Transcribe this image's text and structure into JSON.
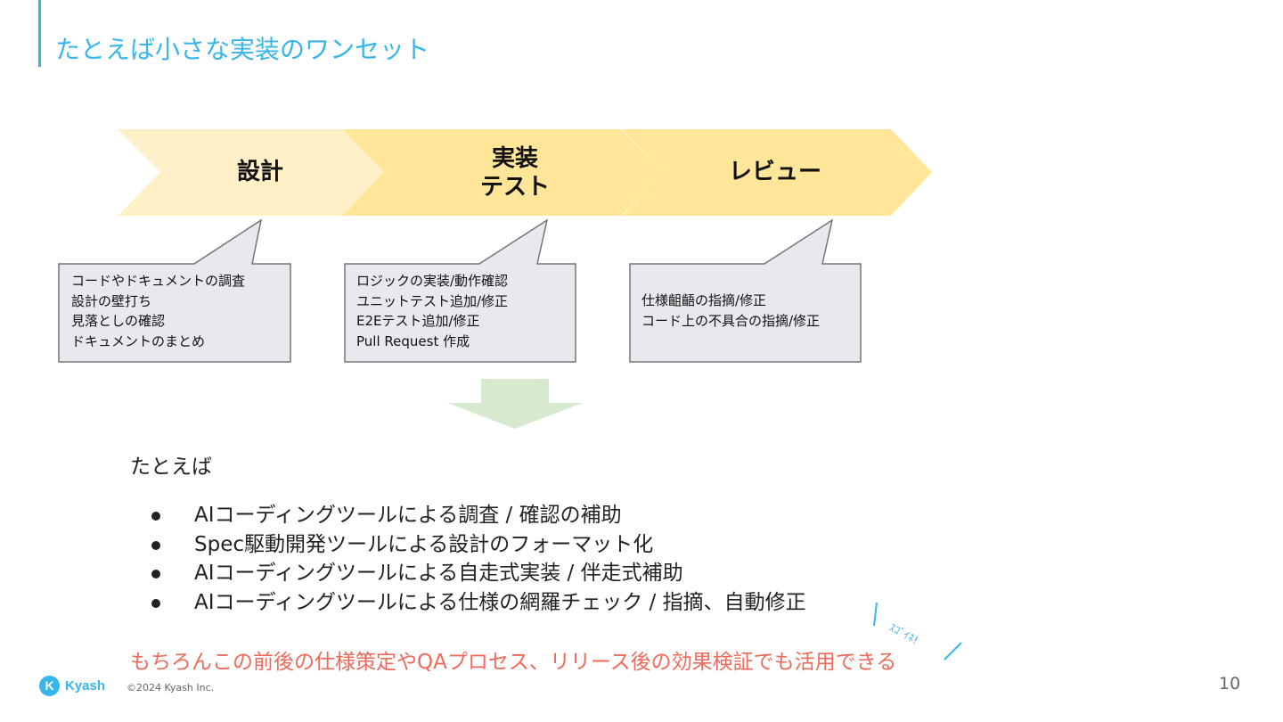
{
  "slide": {
    "title": "たとえば小さな実装のワンセット",
    "page_number": "10"
  },
  "process": {
    "steps": [
      {
        "label": "設計"
      },
      {
        "label_line1": "実装",
        "label_line2": "テスト"
      },
      {
        "label": "レビュー"
      }
    ]
  },
  "bubbles": [
    {
      "lines": [
        "コードやドキュメントの調査",
        "設計の壁打ち",
        "見落としの確認",
        "ドキュメントのまとめ"
      ]
    },
    {
      "lines": [
        "ロジックの実装/動作確認",
        "ユニットテスト追加/修正",
        "E2Eテスト追加/修正",
        "Pull Request 作成"
      ]
    },
    {
      "lines": [
        "仕様齟齬の指摘/修正",
        "コード上の不具合の指摘/修正"
      ]
    }
  ],
  "examples": {
    "intro": "たとえば",
    "items": [
      "AIコーディングツールによる調査 / 確認の補助",
      "Spec駆動開発ツールによる設計のフォーマット化",
      "AIコーディングツールによる自走式実装 / 伴走式補助",
      "AIコーディングツールによる仕様の網羅チェック / 指摘、自動修正"
    ]
  },
  "annotation": {
    "text": "ｽｺﾞｲﾈ!"
  },
  "note": "もちろんこの前後の仕様策定やQAプロセス、リリース後の効果検証でも活用できる",
  "footer": {
    "logo_text": "Kyash",
    "copyright": "©2024 Kyash Inc."
  },
  "colors": {
    "accent": "#37b6ec",
    "chevron_light": "#fff0c8",
    "chevron_mid": "#ffe699",
    "bubble_fill": "#e8e8ee",
    "bubble_border": "#757575",
    "arrow_green": "#d7ead0",
    "note_red": "#ee6a5a"
  },
  "icons": {
    "logo": "kyash-logo-icon",
    "bullet": "bullet-dot-icon",
    "down_arrow": "down-arrow-icon"
  }
}
